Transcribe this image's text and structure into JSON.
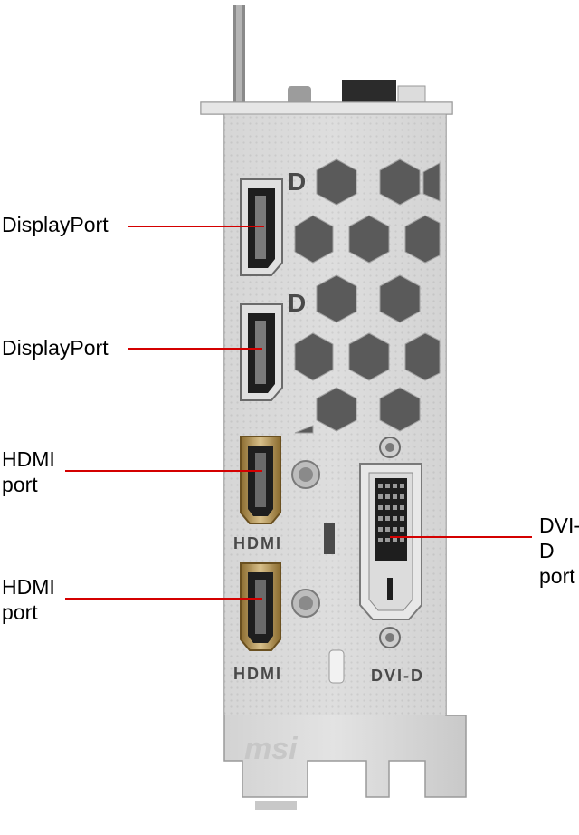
{
  "labels": {
    "displayport_top": "DisplayPort",
    "displayport_bottom": "DisplayPort",
    "hdmi_top": "HDMI\nport",
    "hdmi_bottom": "HDMI\nport",
    "dvi": "DVI-D\nport"
  },
  "bracket_markings": {
    "dp_logo_top": "D",
    "dp_logo_bottom": "D",
    "hdmi_logo_top": "HDMI",
    "hdmi_logo_bottom": "HDMI",
    "dvi_stamp": "DVI-D",
    "brand": "msi"
  },
  "colors": {
    "callout_line": "#d40000",
    "bracket_metal": "#d6d6d6",
    "port_gold": "#b89a5a"
  }
}
